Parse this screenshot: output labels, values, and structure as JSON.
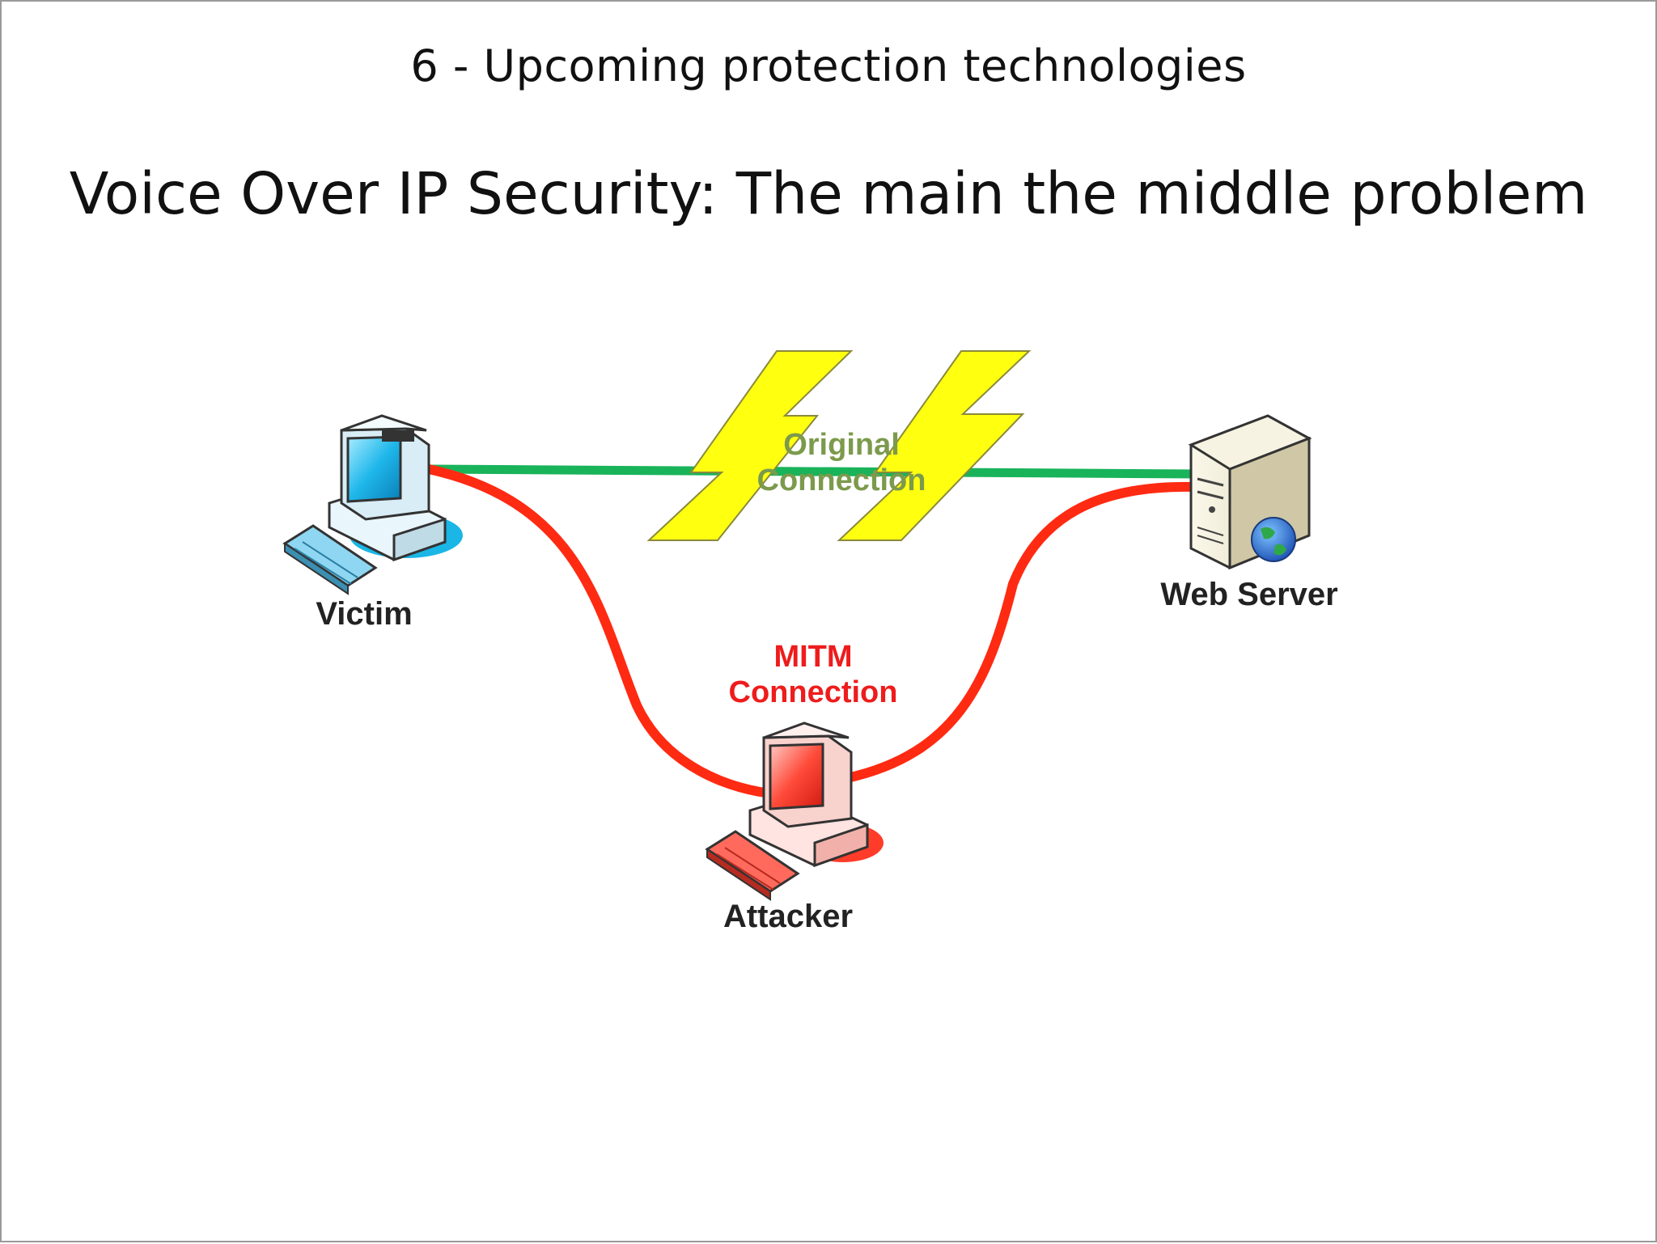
{
  "slide": {
    "section_title": "6 - Upcoming protection technologies",
    "title": "Voice Over IP Security: The main the middle problem"
  },
  "diagram": {
    "nodes": {
      "victim": {
        "label": "Victim",
        "icon": "desktop-computer-icon",
        "accent": "#1ab6e6"
      },
      "web_server": {
        "label": "Web Server",
        "icon": "server-globe-icon",
        "accent": "#e8e2c8"
      },
      "attacker": {
        "label": "Attacker",
        "icon": "desktop-computer-icon",
        "accent": "#ff3b2a"
      }
    },
    "connections": {
      "original": {
        "label_line1": "Original",
        "label_line2": "Connection",
        "color": "#19b35a",
        "label_color": "#7c9a4c"
      },
      "mitm": {
        "label_line1": "MITM",
        "label_line2": "Connection",
        "color": "#ff2a12",
        "label_color": "#ee1c1c"
      }
    },
    "break_icon": {
      "name": "lightning-bolt-icon",
      "color": "#ffff10"
    }
  }
}
